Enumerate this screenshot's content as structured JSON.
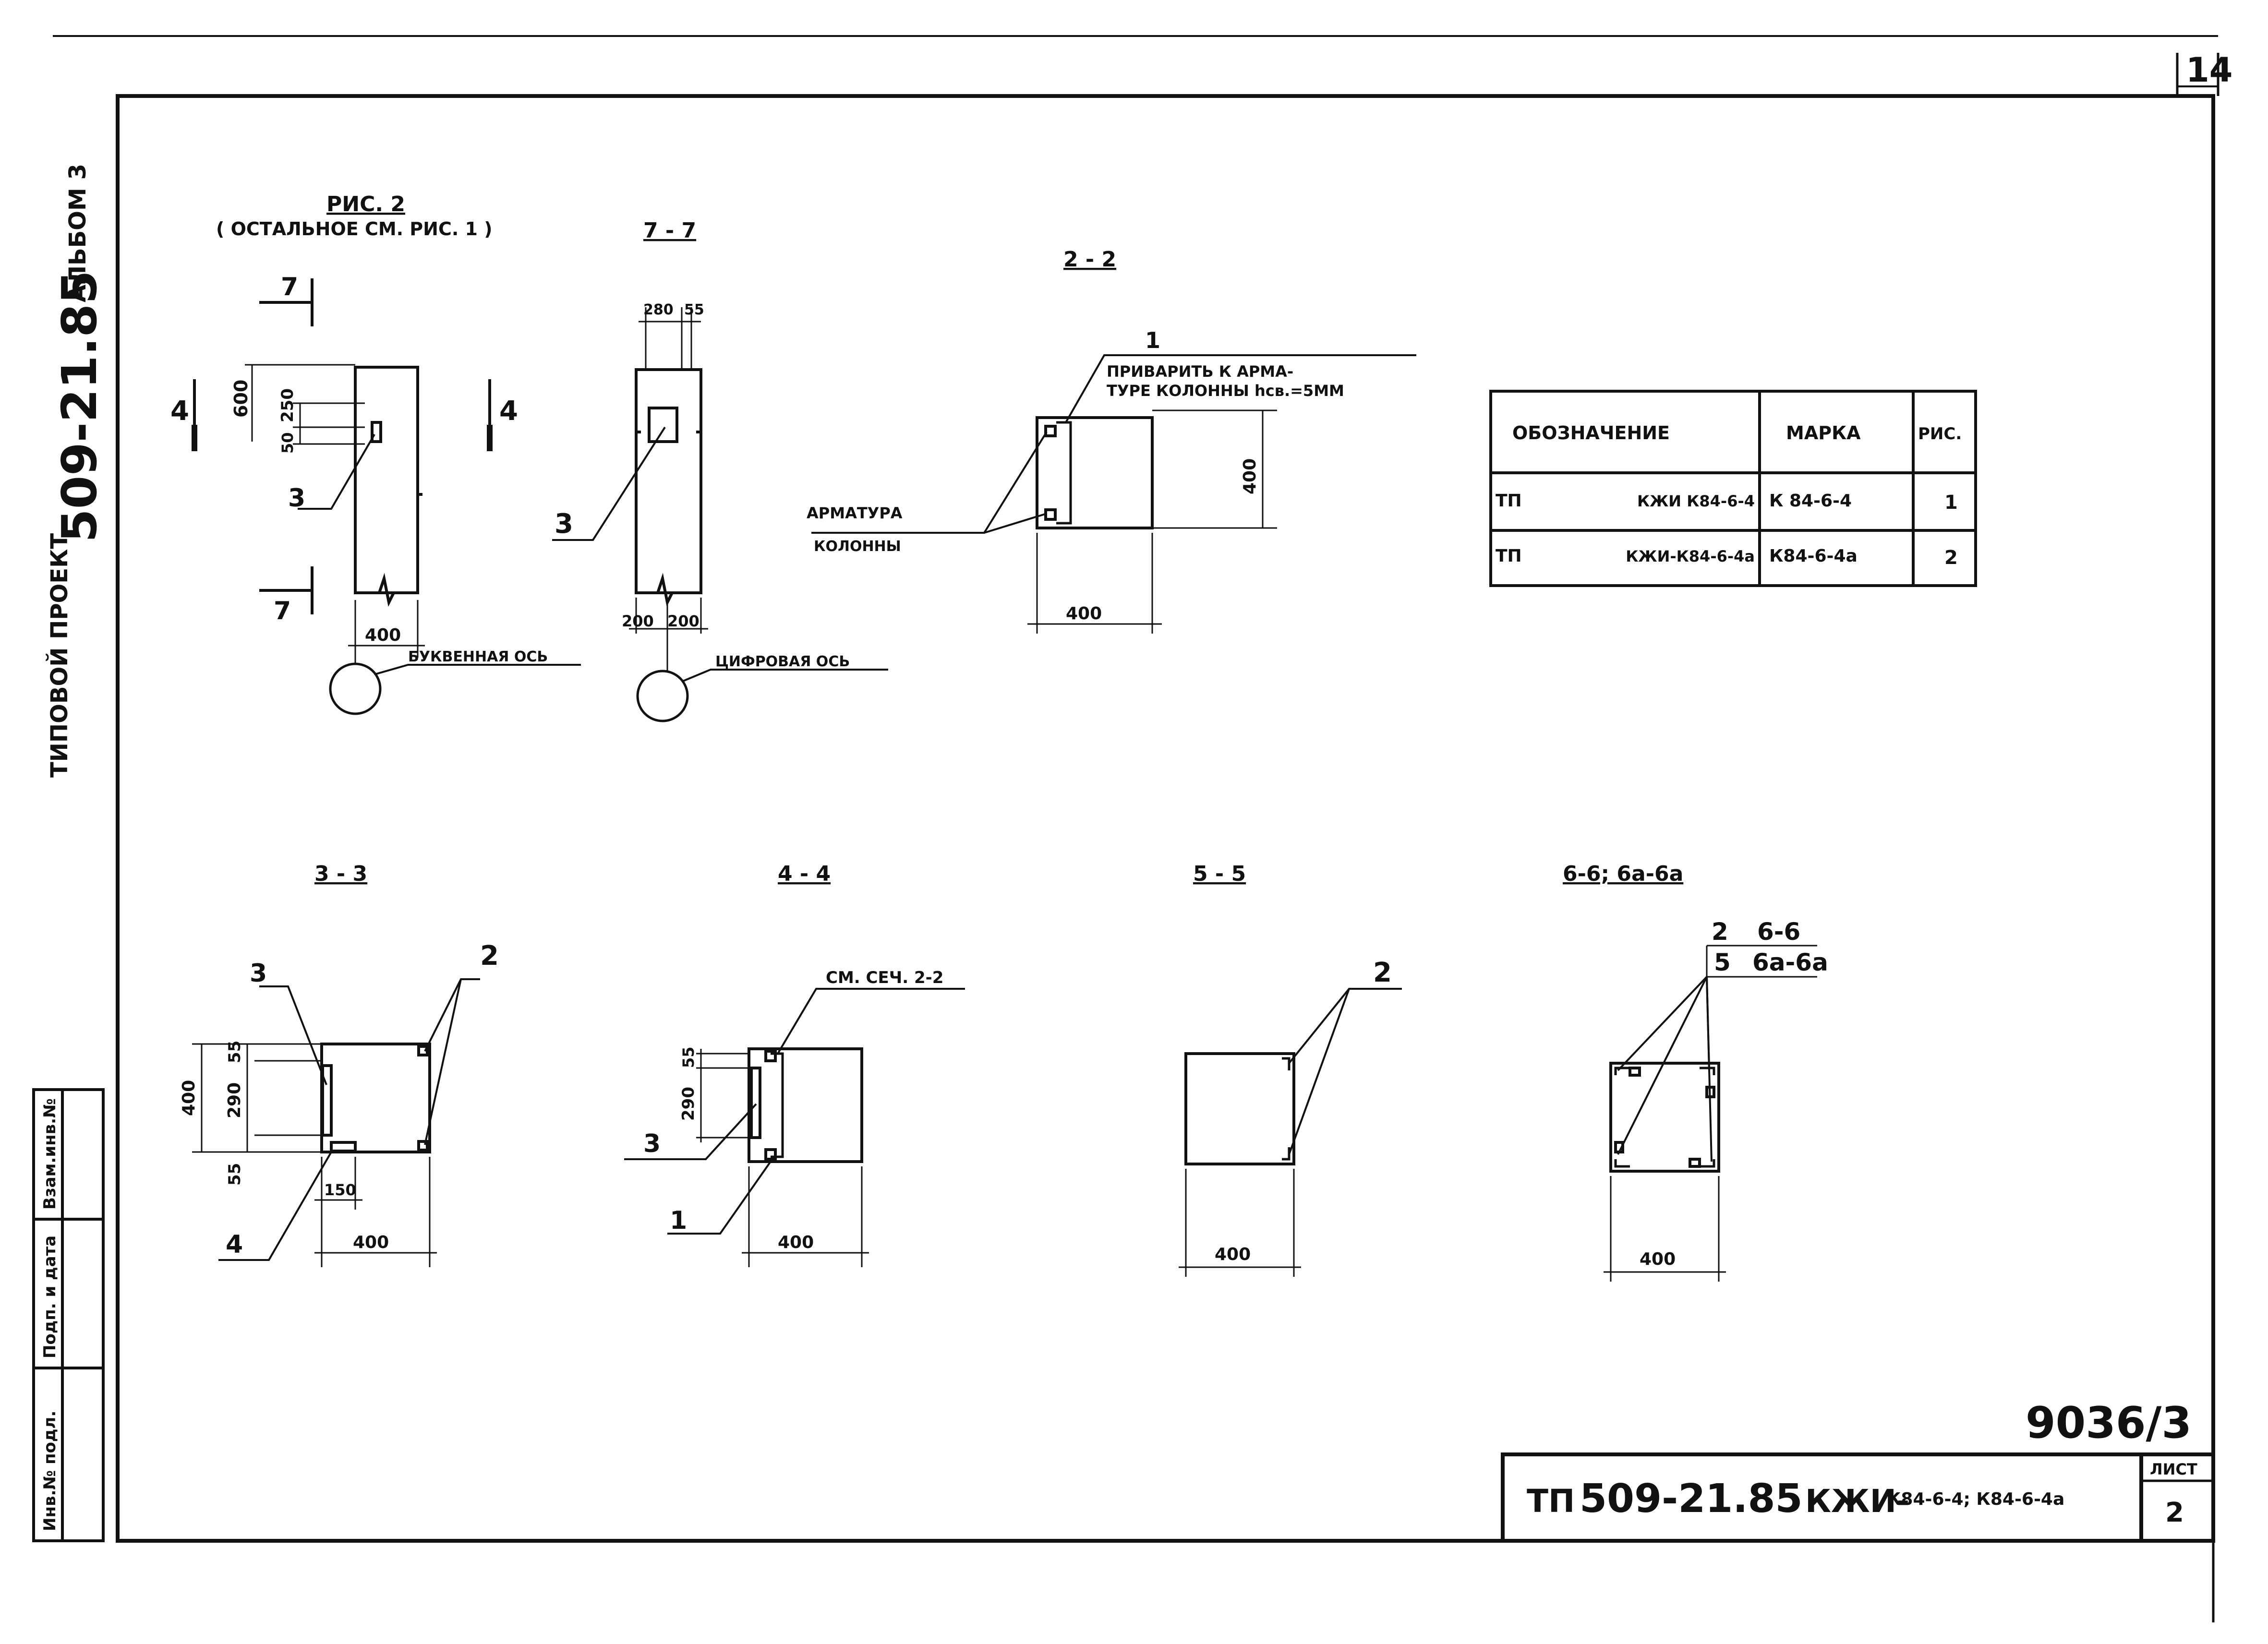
{
  "sheet_number": "14",
  "side": {
    "album": "АЛЬБОМ 3",
    "project_number": "509-21.85",
    "project_type": "ТИПОВОЙ ПРОЕКТ",
    "stamp_1": "Взам.инв.№",
    "stamp_2": "Подп. и дата",
    "stamp_3": "Инв.№ подл."
  },
  "fig2": {
    "title": "РИС. 2",
    "subtitle": "( ОСТАЛЬНОЕ СМ. РИС. 1 )",
    "cut7": "7",
    "cut4": "4",
    "dim600": "600",
    "dim250": "250",
    "dim50": "50",
    "dim400": "400",
    "pos3": "3",
    "axis_label": "БУКВЕННАЯ ОСЬ"
  },
  "sec77": {
    "title": "7 - 7",
    "dim280": "280",
    "dim55": "55",
    "dim200a": "200",
    "dim200b": "200",
    "pos3": "3",
    "axis_label": "ЦИФРОВАЯ ОСЬ"
  },
  "sec22": {
    "title": "2 - 2",
    "pos1": "1",
    "note_line1": "ПРИВАРИТЬ К АРМА-",
    "note_line2": "ТУРЕ КОЛОННЫ hсв.=5ММ",
    "rebar_line1": "АРМАТУРА",
    "rebar_line2": "КОЛОННЫ",
    "dim_h": "400",
    "dim_w": "400"
  },
  "table": {
    "headers": [
      "ОБОЗНАЧЕНИЕ",
      "МАРКА",
      "РИС."
    ],
    "rows": [
      {
        "prefix": "ТП",
        "designation": "КЖИ К84-6-4",
        "mark": "К 84-6-4",
        "fig": "1"
      },
      {
        "prefix": "ТП",
        "designation": "КЖИ-К84-6-4а",
        "mark": "К84-6-4а",
        "fig": "2"
      }
    ]
  },
  "sec33": {
    "title": "3 - 3",
    "pos3": "3",
    "pos2": "2",
    "pos4": "4",
    "dim400v": "400",
    "dim55a": "55",
    "dim290": "290",
    "dim55b": "55",
    "dim150": "150",
    "dim400h": "400"
  },
  "sec44": {
    "title": "4 - 4",
    "ref": "СМ. СЕЧ. 2-2",
    "dim290": "290",
    "dim55": "55",
    "pos3": "3",
    "pos1": "1",
    "dim400": "400"
  },
  "sec55": {
    "title": "5 - 5",
    "pos2": "2",
    "dim400": "400"
  },
  "sec66": {
    "title": "6-6; 6а-6а",
    "pos_a": "2",
    "pos_a_label": "6-6",
    "pos_b": "5",
    "pos_b_label": "6а-6а",
    "dim400": "400"
  },
  "archive_code": "9036/3",
  "title_block": {
    "prefix": "ТП",
    "project": "509-21.85",
    "code": "КЖИ-",
    "marks": "К84-6-4; К84-6-4а",
    "sheet_label": "ЛИСТ",
    "sheet_value": "2"
  }
}
